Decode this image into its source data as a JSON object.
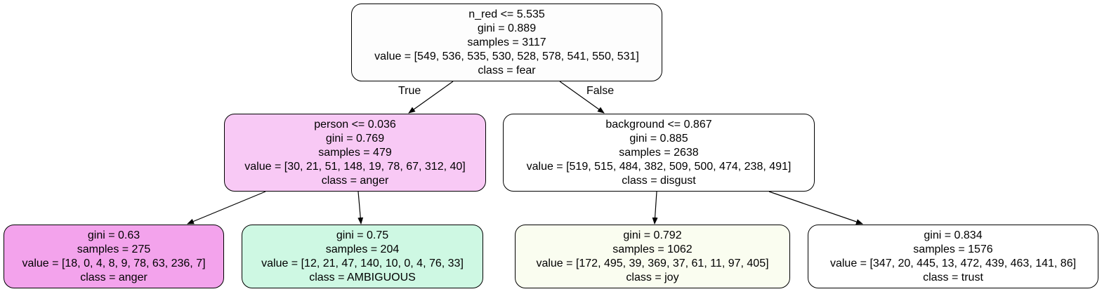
{
  "nodes": [
    {
      "id": "n0",
      "lines": [
        "n_red <= 5.535",
        "gini = 0.889",
        "samples = 3117",
        "value = [549, 536, 535, 530, 528, 578, 541, 550, 531]",
        "class = fear"
      ],
      "fill": "#fdfdfd"
    },
    {
      "id": "n1",
      "lines": [
        "person <= 0.036",
        "gini = 0.769",
        "samples = 479",
        "value = [30, 21, 51, 148, 19, 78, 67, 312, 40]",
        "class = anger"
      ],
      "fill": "#f8c9f5"
    },
    {
      "id": "n2",
      "lines": [
        "background <= 0.867",
        "gini = 0.885",
        "samples = 2638",
        "value = [519, 515, 484, 382, 509, 500, 474, 238, 491]",
        "class = disgust"
      ],
      "fill": "#ffffff"
    },
    {
      "id": "n3",
      "lines": [
        "gini = 0.63",
        "samples = 275",
        "value = [18, 0, 4, 8, 9, 78, 63, 236, 7]",
        "class = anger"
      ],
      "fill": "#f3a3ec"
    },
    {
      "id": "n4",
      "lines": [
        "gini = 0.75",
        "samples = 204",
        "value = [12, 21, 47, 140, 10, 0, 4, 76, 33]",
        "class = AMBIGUOUS"
      ],
      "fill": "#cef8e3"
    },
    {
      "id": "n5",
      "lines": [
        "gini = 0.792",
        "samples = 1062",
        "value = [172, 495, 39, 369, 37, 61, 11, 97, 405]",
        "class = joy"
      ],
      "fill": "#fafdf0"
    },
    {
      "id": "n6",
      "lines": [
        "gini = 0.834",
        "samples = 1576",
        "value = [347, 20, 445, 13, 472, 439, 463, 141, 86]",
        "class = trust"
      ],
      "fill": "#ffffff"
    }
  ],
  "edges": [
    {
      "from": "n0",
      "to": "n1",
      "label": "True"
    },
    {
      "from": "n0",
      "to": "n2",
      "label": "False"
    },
    {
      "from": "n1",
      "to": "n3"
    },
    {
      "from": "n1",
      "to": "n4"
    },
    {
      "from": "n2",
      "to": "n5"
    },
    {
      "from": "n2",
      "to": "n6"
    }
  ]
}
